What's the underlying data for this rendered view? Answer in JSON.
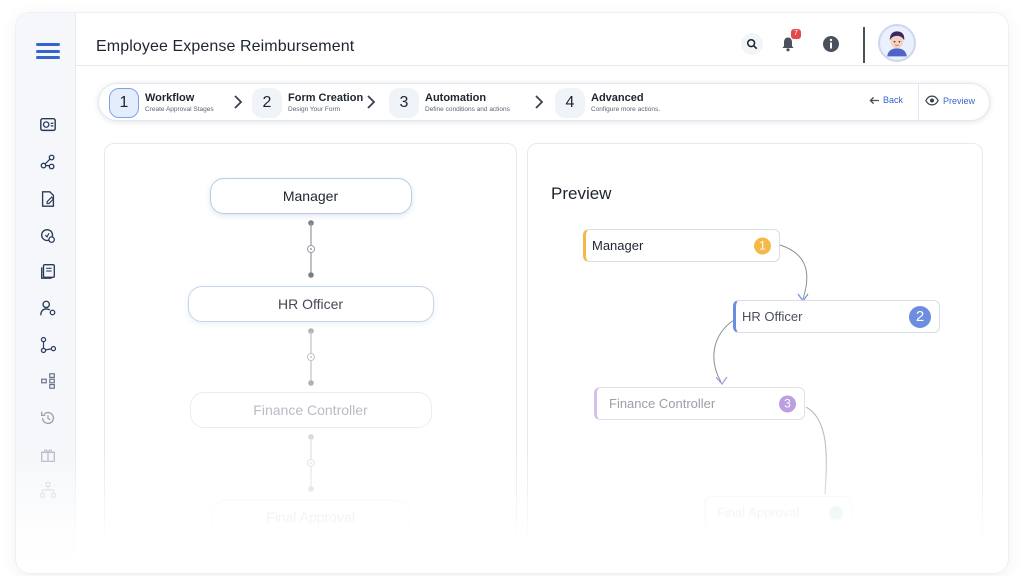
{
  "header": {
    "title": "Employee Expense Reimbursement",
    "notification_count": "7",
    "icons": {
      "search": "search-icon",
      "bell": "bell-icon",
      "info": "info-icon"
    }
  },
  "sidebar": {
    "icons": [
      "dashboard-icon",
      "workflow-icon",
      "form-edit-icon",
      "automation-icon",
      "documents-icon",
      "users-settings-icon",
      "process-icon",
      "hierarchy-icon",
      "history-icon",
      "gift-icon",
      "org-chart-icon"
    ]
  },
  "steps": [
    {
      "num": "1",
      "title": "Workflow",
      "sub": "Create Approval Stages"
    },
    {
      "num": "2",
      "title": "Form Creation",
      "sub": "Design Your Form"
    },
    {
      "num": "3",
      "title": "Automation",
      "sub": "Define conditions and actions"
    },
    {
      "num": "4",
      "title": "Advanced",
      "sub": "Configure more actions."
    }
  ],
  "actions": {
    "back": "Back",
    "preview": "Preview"
  },
  "workflow": {
    "nodes": [
      "Manager",
      "HR Officer",
      "Finance Controller",
      "Final Approval"
    ]
  },
  "preview": {
    "title": "Preview",
    "nodes": [
      {
        "label": "Manager",
        "num": "1",
        "color": "#f5b94a"
      },
      {
        "label": "HR Officer",
        "num": "2",
        "color": "#6d8ee0"
      },
      {
        "label": "Finance Controller",
        "num": "3",
        "color": "#b08fdc"
      },
      {
        "label": "Final Approval",
        "num": "",
        "color": "#6cc77a"
      }
    ]
  },
  "colors": {
    "accent": "#3366cc",
    "badge": "#e5484d"
  }
}
